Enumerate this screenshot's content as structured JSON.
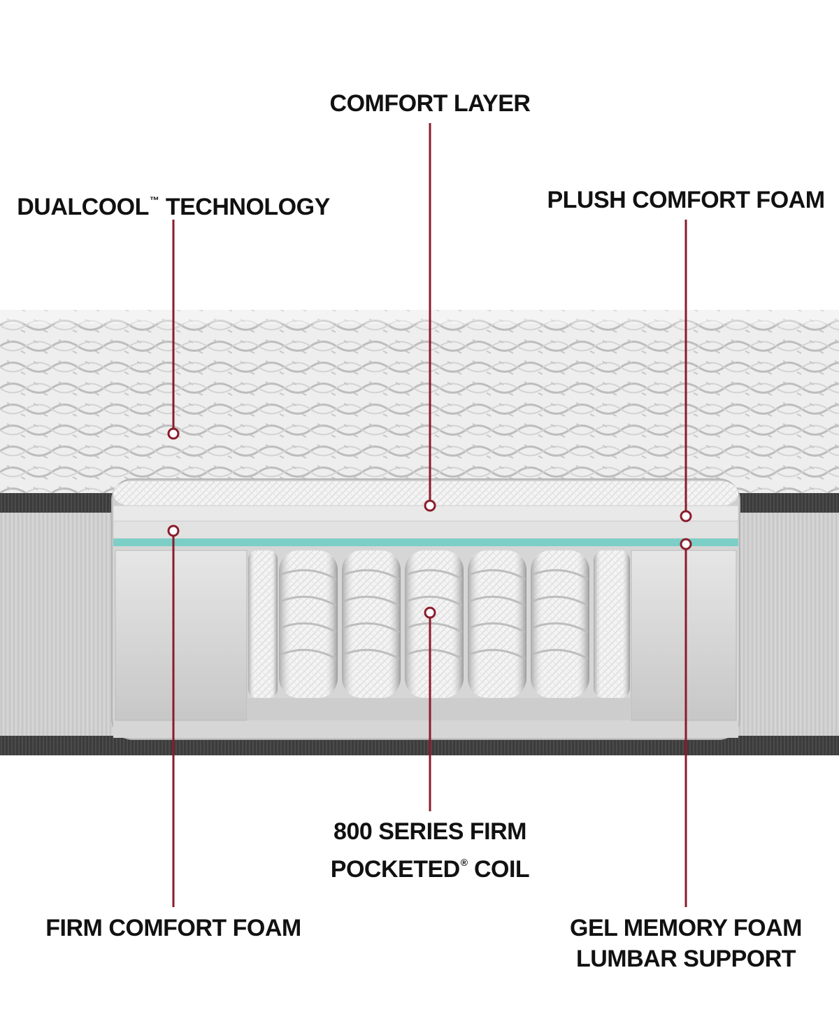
{
  "colors": {
    "accent": "#8a1c2b",
    "text": "#111111",
    "cover": "#eeeeee",
    "side_panel": "#d2d2d2",
    "gel_stripe": "#7ccfc6"
  },
  "callouts": {
    "comfort_layer": "COMFORT LAYER",
    "dualcool": {
      "text": "DUALCOOL",
      "mark": "™",
      "suffix": " TECHNOLOGY"
    },
    "plush_comfort_foam": "PLUSH COMFORT FOAM",
    "coil": {
      "line1": "800 SERIES FIRM",
      "line2_text": "POCKETED",
      "line2_mark": "®",
      "line2_suffix": " COIL"
    },
    "firm_comfort_foam": "FIRM COMFORT FOAM",
    "gel_memory_foam": {
      "line1": "GEL MEMORY FOAM",
      "line2": "LUMBAR SUPPORT"
    }
  }
}
